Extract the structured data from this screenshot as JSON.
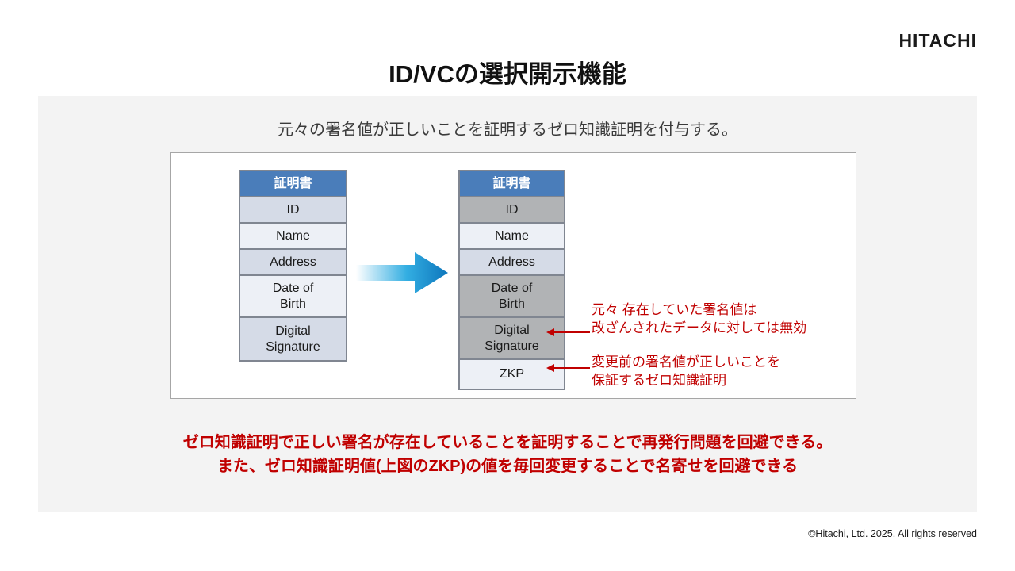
{
  "slide": {
    "logo": "HITACHI",
    "title": "ID/VCの選択開示機能",
    "caption": "元々の署名値が正しいことを証明するゼロ知識証明を付与する。",
    "footer": "©Hitachi, Ltd. 2025. All rights reserved"
  },
  "diagram": {
    "original_certificate": {
      "header": "証明書",
      "rows": [
        {
          "label": "ID",
          "state": "visible"
        },
        {
          "label": "Name",
          "state": "visible"
        },
        {
          "label": "Address",
          "state": "visible"
        },
        {
          "label": "Date of\nBirth",
          "state": "visible"
        },
        {
          "label": "Digital\nSignature",
          "state": "visible"
        }
      ]
    },
    "disclosed_certificate": {
      "header": "証明書",
      "rows": [
        {
          "label": "ID",
          "state": "masked"
        },
        {
          "label": "Name",
          "state": "visible"
        },
        {
          "label": "Address",
          "state": "visible"
        },
        {
          "label": "Date of\nBirth",
          "state": "masked"
        },
        {
          "label": "Digital\nSignature",
          "state": "masked"
        },
        {
          "label": "ZKP",
          "state": "visible"
        }
      ]
    },
    "annotations": [
      {
        "line1": "元々 存在していた署名値は",
        "line2": "改ざんされたデータに対しては無効"
      },
      {
        "line1": "変更前の署名値が正しいことを",
        "line2": "保証するゼロ知識証明"
      }
    ]
  },
  "summary": {
    "line1": "ゼロ知識証明で正しい署名が存在していることを証明することで再発行問題を回避できる。",
    "line2": "また、ゼロ知識証明値(上図のZKP)の値を毎回変更することで名寄せを回避できる"
  },
  "colors": {
    "table_header_blue": "#4a7dba",
    "row_tint_dark": "#d5dbe7",
    "row_tint_light": "#edf0f6",
    "row_masked_gray": "#b1b3b5",
    "accent_red": "#c00000",
    "arrow_blue": "#1b9cd8",
    "panel_gray": "#f3f3f3"
  }
}
